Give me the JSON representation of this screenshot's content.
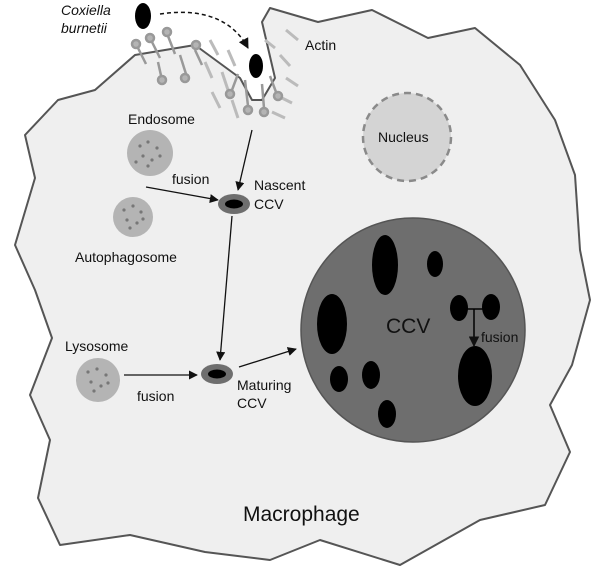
{
  "labels": {
    "organism_line1": "Coxiella",
    "organism_line2": "burnetii",
    "actin": "Actin",
    "endosome": "Endosome",
    "fusion_1": "fusion",
    "nascent_line1": "Nascent",
    "nascent_line2": "CCV",
    "autophagosome": "Autophagosome",
    "nucleus": "Nucleus",
    "lysosome": "Lysosome",
    "fusion_2": "fusion",
    "maturing_line1": "Maturing",
    "maturing_line2": "CCV",
    "ccv": "CCV",
    "fusion_3": "fusion",
    "macrophage": "Macrophage"
  },
  "colors": {
    "cell_fill": "#efefef",
    "cell_stroke": "#555555",
    "vesicle_fill": "#b4b4b4",
    "ccv_fill": "#6e6e6e",
    "bacterium": "#000000",
    "nucleus_fill": "#d4d4d4"
  }
}
